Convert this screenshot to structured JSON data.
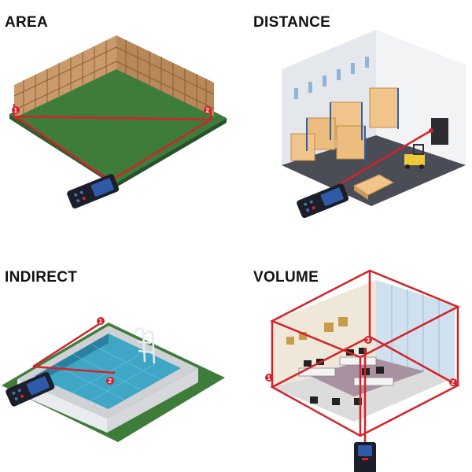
{
  "panels": {
    "area": {
      "title": "AREA"
    },
    "distance": {
      "title": "DISTANCE"
    },
    "indirect": {
      "title": "INDIRECT"
    },
    "volume": {
      "title": "VOLUME"
    }
  },
  "markers": {
    "one": "1",
    "two": "2",
    "three": "3"
  },
  "colors": {
    "laser": "#d4222a",
    "grass": "#3e7c3a",
    "water": "#3fa6c6",
    "device": "#1c1f2a",
    "fence": "#b8875a"
  },
  "icons": [
    "device-icon",
    "laser-line-icon",
    "marker-icon",
    "fence-icon",
    "pallet-icon",
    "forklift-icon",
    "pool-icon",
    "desk-icon"
  ]
}
